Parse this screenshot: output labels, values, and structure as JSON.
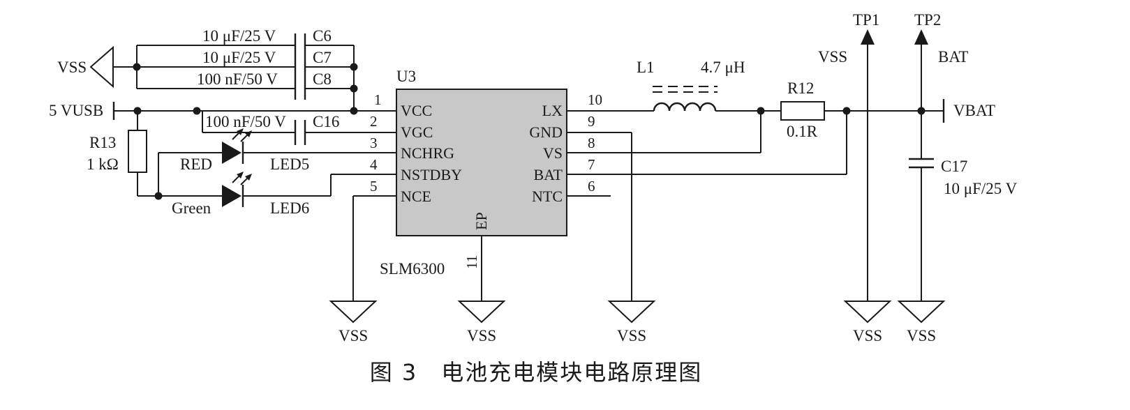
{
  "nets": {
    "vss_top": "VSS",
    "usb": "5 VUSB",
    "vbat": "VBAT",
    "tp_vss": "VSS",
    "tp_bat": "BAT",
    "ground_labels": [
      "VSS",
      "VSS",
      "VSS",
      "VSS",
      "VSS"
    ]
  },
  "testpoints": {
    "tp1": "TP1",
    "tp2": "TP2"
  },
  "capacitors": {
    "c6": {
      "ref": "C6",
      "value": "10 μF/25 V"
    },
    "c7": {
      "ref": "C7",
      "value": "10 μF/25 V"
    },
    "c8": {
      "ref": "C8",
      "value": "100 nF/50 V"
    },
    "c16": {
      "ref": "C16",
      "value": "100 nF/50 V"
    },
    "c17": {
      "ref": "C17",
      "value": "10 μF/25 V"
    }
  },
  "resistors": {
    "r13": {
      "ref": "R13",
      "value": "1 kΩ"
    },
    "r12": {
      "ref": "R12",
      "value": "0.1R"
    }
  },
  "inductor": {
    "ref": "L1",
    "value": "4.7 μH"
  },
  "leds": {
    "led5": {
      "ref": "LED5",
      "color": "RED"
    },
    "led6": {
      "ref": "LED6",
      "color": "Green"
    }
  },
  "ic": {
    "ref": "U3",
    "part": "SLM6300",
    "left_pins": [
      {
        "num": "1",
        "name": "VCC"
      },
      {
        "num": "2",
        "name": "VGC"
      },
      {
        "num": "3",
        "name": "NCHRG"
      },
      {
        "num": "4",
        "name": "NSTDBY"
      },
      {
        "num": "5",
        "name": "NCE"
      }
    ],
    "right_pins": [
      {
        "num": "10",
        "name": "LX"
      },
      {
        "num": "9",
        "name": "GND"
      },
      {
        "num": "8",
        "name": "VS"
      },
      {
        "num": "7",
        "name": "BAT"
      },
      {
        "num": "6",
        "name": "NTC"
      }
    ],
    "bottom_pin": {
      "num": "11",
      "name": "EP"
    },
    "body_color": "#c8c8c8"
  },
  "caption": "图 3　电池充电模块电路原理图"
}
